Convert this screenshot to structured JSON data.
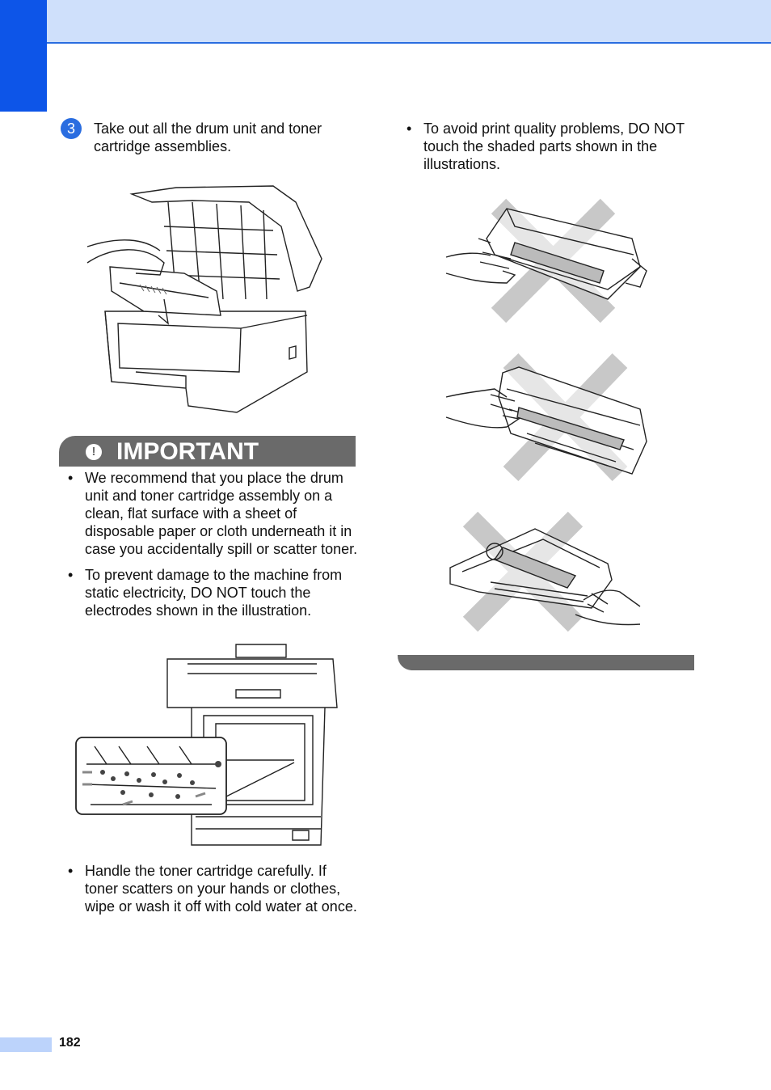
{
  "step": {
    "number": "3",
    "text": "Take out all the drum unit and toner cartridge assemblies."
  },
  "important": {
    "title": "IMPORTANT",
    "bullets": [
      "We recommend that you place the drum unit and toner cartridge assembly on a clean, flat surface with a sheet of disposable paper or cloth underneath it in case you accidentally spill or scatter toner.",
      "To prevent damage to the machine from static electricity, DO NOT touch the electrodes shown in the illustration.",
      "Handle the toner cartridge carefully. If toner scatters on your hands or clothes, wipe or wash it off with cold water at once."
    ]
  },
  "right_column": {
    "bullets": [
      "To avoid print quality problems, DO NOT touch the shaded parts shown in the illustrations."
    ]
  },
  "footer": {
    "page_number": "182"
  },
  "icons": {
    "important": "exclamation-icon",
    "bullet": "bullet-dot",
    "do_not": "cross-mark-icon"
  }
}
